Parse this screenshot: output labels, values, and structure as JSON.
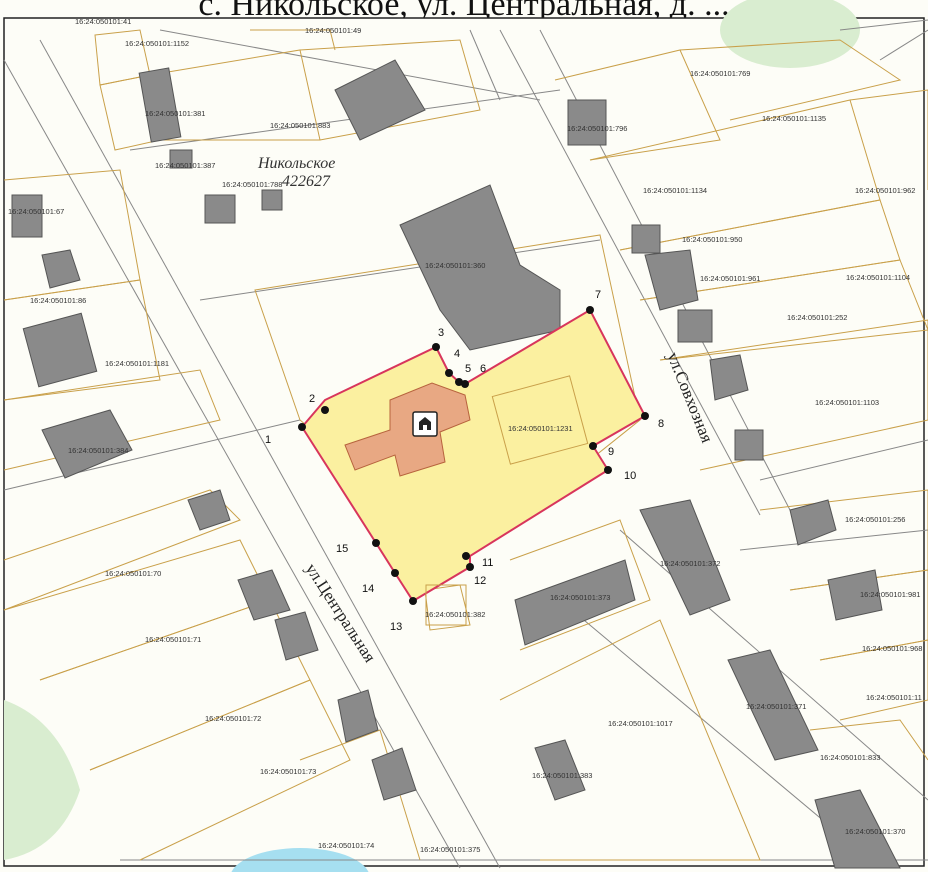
{
  "header": {
    "title": "с. Никольское, ул. Центральная, д. ..."
  },
  "settlement": {
    "name": "Никольское",
    "postcode": "422627"
  },
  "streets": {
    "central": "ул.Центральная",
    "sovkhoz": "ул.Совхозная"
  },
  "colors": {
    "parcel_fill": "#fbf0a0",
    "parcel_border": "#d8355c",
    "building": "#8a8a8a",
    "church": "#e8a883",
    "parcel_line": "#c9a04a",
    "green": "#d9edd0",
    "water": "#a6dff0"
  },
  "icons": {
    "church_marker": "church-icon"
  },
  "boundary_points": [
    "1",
    "2",
    "3",
    "4",
    "5",
    "6",
    "7",
    "8",
    "9",
    "10",
    "11",
    "12",
    "13",
    "14",
    "15"
  ],
  "parcels": [
    "16:24:050101:41",
    "16:24:050101:1152",
    "16:24:050101:49",
    "16:24:050101:381",
    "16:24:050101:883",
    "16:24:050101:387",
    "16:24:050101:788",
    "16:24:050101:67",
    "16:24:050101:86",
    "16:24:050101:1181",
    "16:24:050101:384",
    "16:24:050101:70",
    "16:24:050101:71",
    "16:24:050101:72",
    "16:24:050101:73",
    "16:24:050101:74",
    "16:24:050101:375",
    "16:24:050101:360",
    "16:24:050101:1231",
    "16:24:050101:382",
    "16:24:050101:373",
    "16:24:050101:372",
    "16:24:050101:1017",
    "16:24:050101:383",
    "16:24:050101:371",
    "16:24:050101:769",
    "16:24:050101:796",
    "16:24:050101:1135",
    "16:24:050101:1134",
    "16:24:050101:962",
    "16:24:050101:950",
    "16:24:050101:961",
    "16:24:050101:1104",
    "16:24:050101:252",
    "16:24:050101:1103",
    "16:24:050101:256",
    "16:24:050101:981",
    "16:24:050101:968",
    "16:24:050101:11",
    "16:24:050101:833",
    "16:24:050101:370"
  ]
}
